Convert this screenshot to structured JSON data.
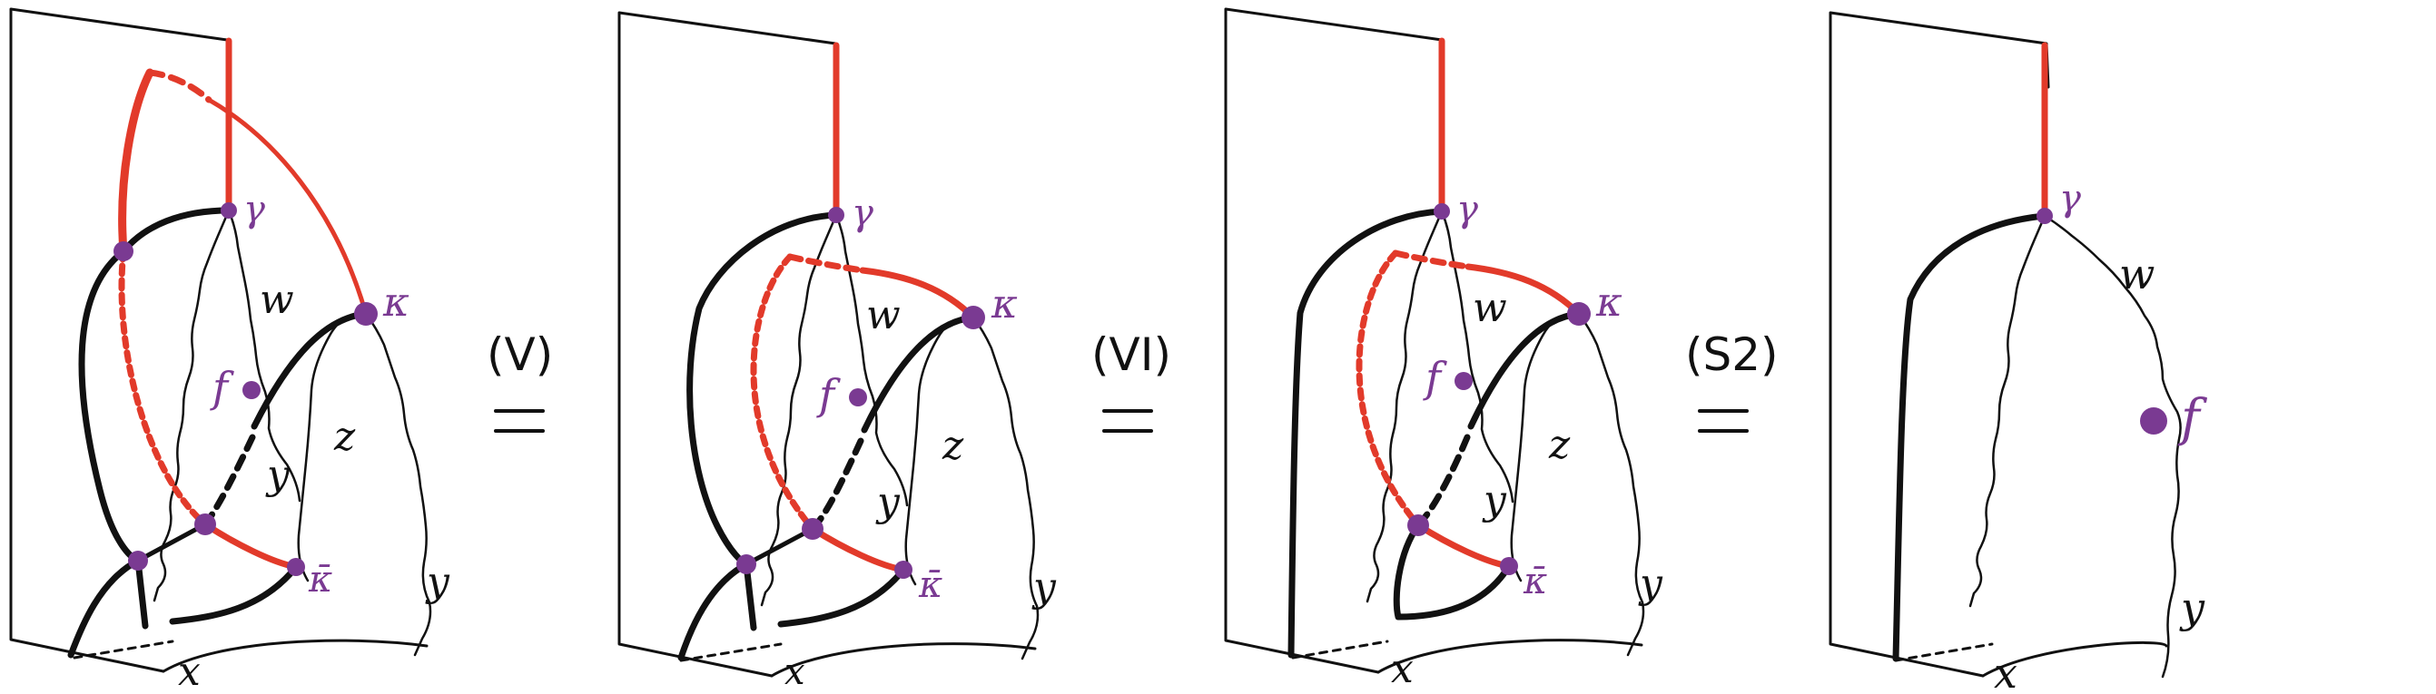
{
  "colors": {
    "ink": "#111111",
    "red": "#e23a2a",
    "purple": "#7a3a92",
    "background": "#ffffff"
  },
  "panels": [
    {
      "labels": {
        "gamma": "γ",
        "kappa": "κ",
        "kappa_bar": "κ̄",
        "w": "w",
        "f": "f",
        "z": "z",
        "y_inner": "y",
        "y_outer": "y",
        "x": "x"
      }
    },
    {
      "labels": {
        "gamma": "γ",
        "kappa": "κ",
        "kappa_bar": "κ̄",
        "w": "w",
        "f": "f",
        "z": "z",
        "y_inner": "y",
        "y_outer": "y",
        "x": "x"
      }
    },
    {
      "labels": {
        "gamma": "γ",
        "kappa": "κ",
        "kappa_bar": "κ̄",
        "w": "w",
        "f": "f",
        "z": "z",
        "y_inner": "y",
        "y_outer": "y",
        "x": "x"
      }
    },
    {
      "labels": {
        "gamma": "γ",
        "w": "w",
        "f": "f",
        "y": "y",
        "x": "x"
      }
    }
  ],
  "relations": [
    {
      "name": "(V)",
      "symbol": "="
    },
    {
      "name": "(VI)",
      "symbol": "="
    },
    {
      "name": "(S2)",
      "symbol": "="
    }
  ]
}
